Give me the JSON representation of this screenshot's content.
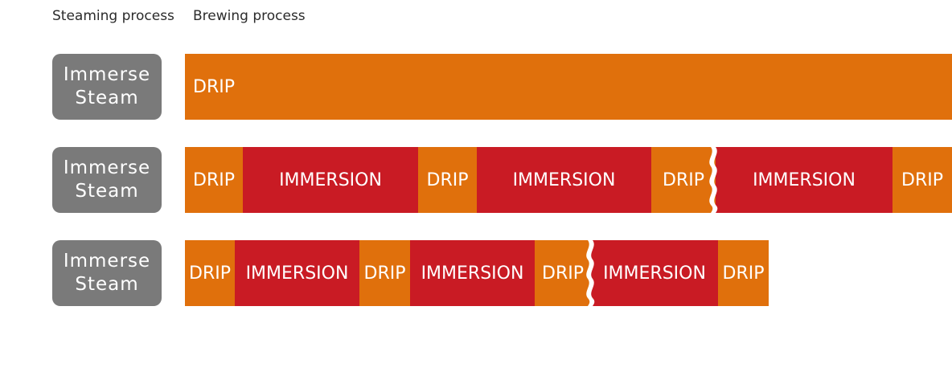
{
  "headers": {
    "steaming": "Steaming process",
    "brewing": "Brewing process"
  },
  "steam_label": {
    "line1": "Immerse",
    "line2": "Steam"
  },
  "labels": {
    "drip": "DRIP",
    "immersion": "IMMERSION"
  },
  "colors": {
    "drip": "#e0700c",
    "immersion": "#c91b24",
    "steam_box": "#7a7a7a"
  }
}
